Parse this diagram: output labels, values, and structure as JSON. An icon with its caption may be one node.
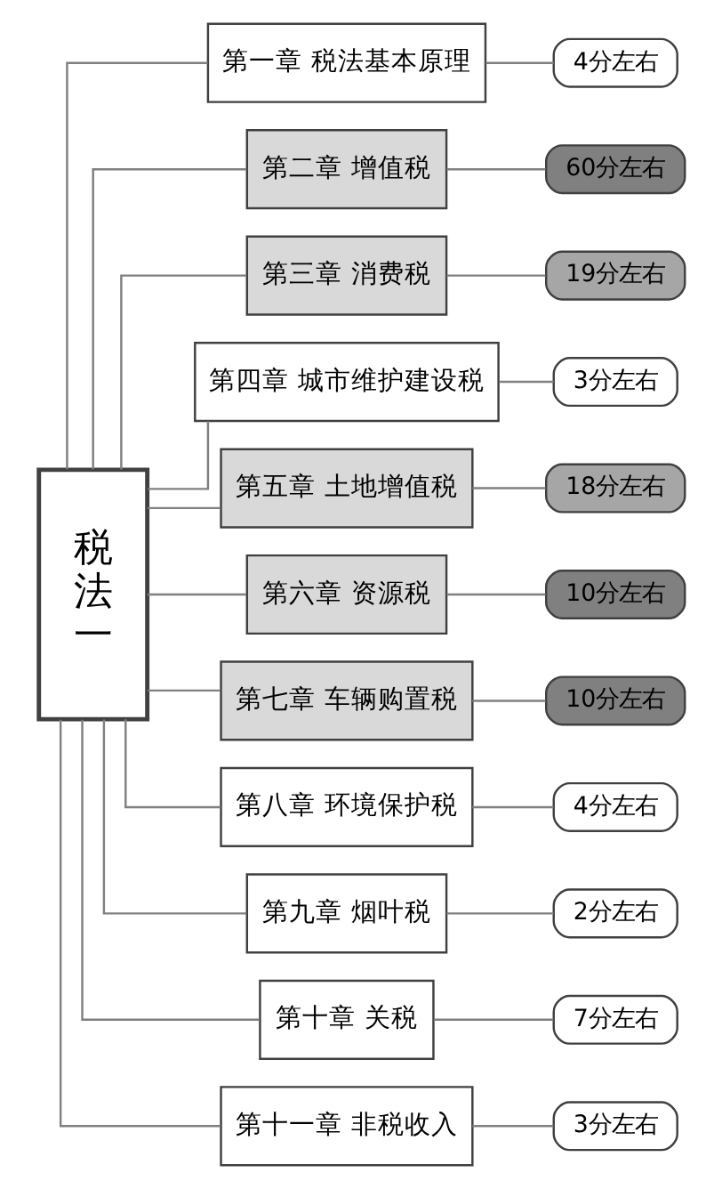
{
  "diagram": {
    "nodes": [
      {
        "text": [
          "税法一"
        ]
      },
      {
        "text": [
          "第一章 税法基本原理"
        ]
      },
      {
        "text": [
          "4分左右"
        ]
      },
      {
        "text": [
          "第二章 增值税"
        ]
      },
      {
        "text": [
          "60分左右"
        ]
      },
      {
        "text": [
          "第三章 消费税"
        ]
      },
      {
        "text": [
          "19分左右"
        ]
      },
      {
        "text": [
          "第四章 城市维护建设税"
        ]
      },
      {
        "text": [
          "3分左右"
        ]
      },
      {
        "text": [
          "第五章 土地增值税"
        ]
      },
      {
        "text": [
          "18分左右"
        ]
      },
      {
        "text": [
          "第六章 资源税"
        ]
      },
      {
        "text": [
          "10分左右"
        ]
      },
      {
        "text": [
          "第七章 车辆购置税"
        ]
      },
      {
        "text": [
          "10分左右"
        ]
      },
      {
        "text": [
          "第八章 环境保护税"
        ]
      },
      {
        "text": [
          "4分左右"
        ]
      },
      {
        "text": [
          "第九章 烟叶税"
        ]
      },
      {
        "text": [
          "2分左右"
        ]
      },
      {
        "text": [
          "第十章 关税"
        ]
      },
      {
        "text": [
          "7分左右"
        ]
      },
      {
        "text": [
          "第十一章 非税收入"
        ]
      },
      {
        "text": [
          "3分左右"
        ]
      }
    ],
    "edges": [
      {
        "from": 0,
        "to": 1,
        "arrow": "none"
      },
      {
        "from": 1,
        "to": 2,
        "arrow": "none"
      },
      {
        "from": 0,
        "to": 3,
        "arrow": "none"
      },
      {
        "from": 3,
        "to": 4,
        "arrow": "none"
      },
      {
        "from": 0,
        "to": 5,
        "arrow": "none"
      },
      {
        "from": 5,
        "to": 6,
        "arrow": "none"
      },
      {
        "from": 0,
        "to": 7,
        "arrow": "none"
      },
      {
        "from": 7,
        "to": 8,
        "arrow": "none"
      },
      {
        "from": 0,
        "to": 9,
        "arrow": "none"
      },
      {
        "from": 9,
        "to": 10,
        "arrow": "none"
      },
      {
        "from": 0,
        "to": 11,
        "arrow": "none"
      },
      {
        "from": 11,
        "to": 12,
        "arrow": "none"
      },
      {
        "from": 0,
        "to": 13,
        "arrow": "none"
      },
      {
        "from": 13,
        "to": 14,
        "arrow": "none"
      },
      {
        "from": 0,
        "to": 15,
        "arrow": "none"
      },
      {
        "from": 15,
        "to": 16,
        "arrow": "none"
      },
      {
        "from": 0,
        "to": 17,
        "arrow": "none"
      },
      {
        "from": 17,
        "to": 18,
        "arrow": "none"
      },
      {
        "from": 0,
        "to": 19,
        "arrow": "none"
      },
      {
        "from": 19,
        "to": 20,
        "arrow": "none"
      },
      {
        "from": 0,
        "to": 21,
        "arrow": "none"
      },
      {
        "from": 21,
        "to": 22,
        "arrow": "none"
      }
    ]
  }
}
